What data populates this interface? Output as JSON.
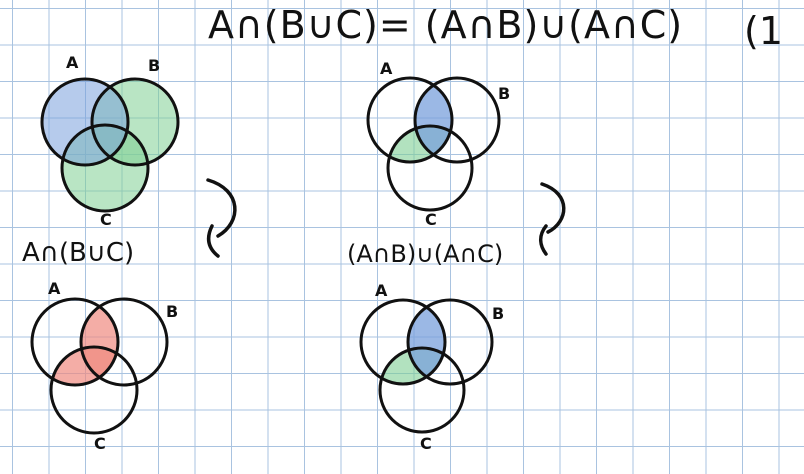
{
  "equation": "A∩(B∪C)= (A∩B)∪(A∩C)",
  "page_number": "(1",
  "labels": {
    "a_cap_b_cup_c": "A∩(B∪C)",
    "union_of_intersections": "(A∩B)∪(A∩C)"
  },
  "sets": [
    "A",
    "B",
    "C"
  ],
  "colors": {
    "grid": "#a9c3e0",
    "ink": "#111111",
    "blue": "#7aa0dc",
    "green": "#7fcf94",
    "red": "#f08a80"
  }
}
